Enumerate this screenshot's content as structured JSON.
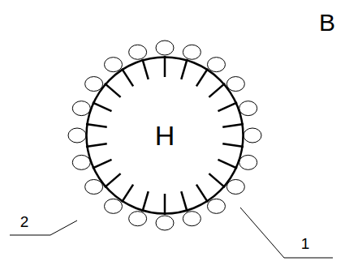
{
  "diagram": {
    "nodes": [
      {
        "text": [
          "Н"
        ]
      }
    ],
    "labels": [
      "В",
      "2",
      "1"
    ]
  }
}
